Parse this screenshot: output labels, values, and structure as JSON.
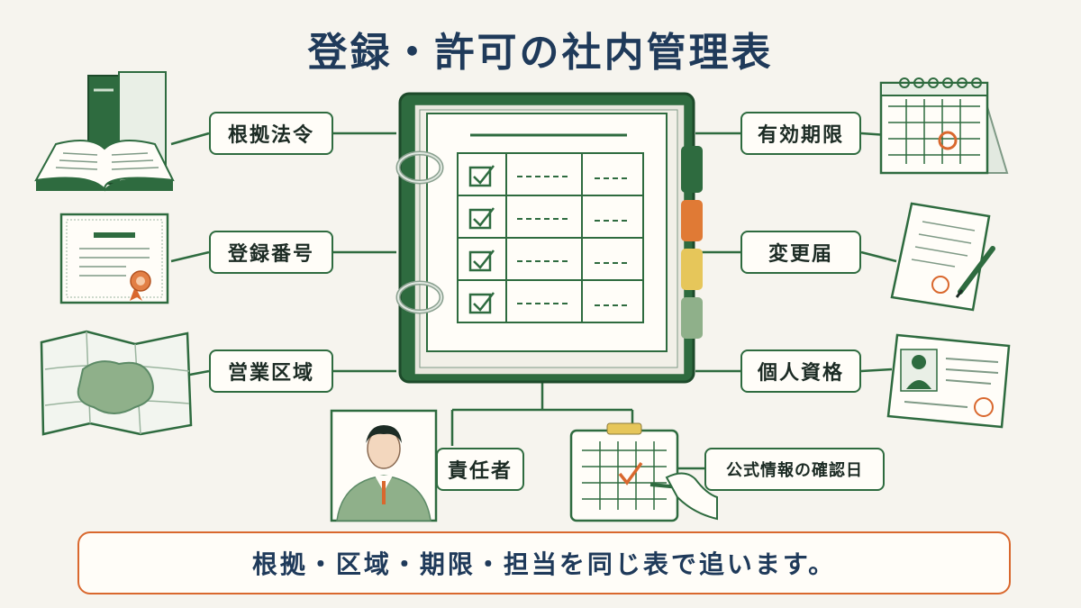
{
  "title": "登録・許可の社内管理表",
  "labels": {
    "basis_law": "根拠法令",
    "registration_number": "登録番号",
    "business_area": "営業区域",
    "expiry": "有効期限",
    "change_notice": "変更届",
    "personal_qualification": "個人資格",
    "person_in_charge": "責任者",
    "official_check_date": "公式情報の確認日"
  },
  "banner": "根拠・区域・期限・担当を同じ表で追います。",
  "colors": {
    "binder_green": "#2e6b3f",
    "title_navy": "#1f3a5a",
    "accent_orange": "#d9682e",
    "tab_yellow": "#e6c65a",
    "tab_sage": "#8fb08a"
  },
  "icons": [
    "books-icon",
    "certificate-icon",
    "map-icon",
    "binder-icon",
    "desk-calendar-icon",
    "document-pen-icon",
    "id-card-icon",
    "manager-portrait-icon",
    "clipboard-calendar-icon"
  ]
}
